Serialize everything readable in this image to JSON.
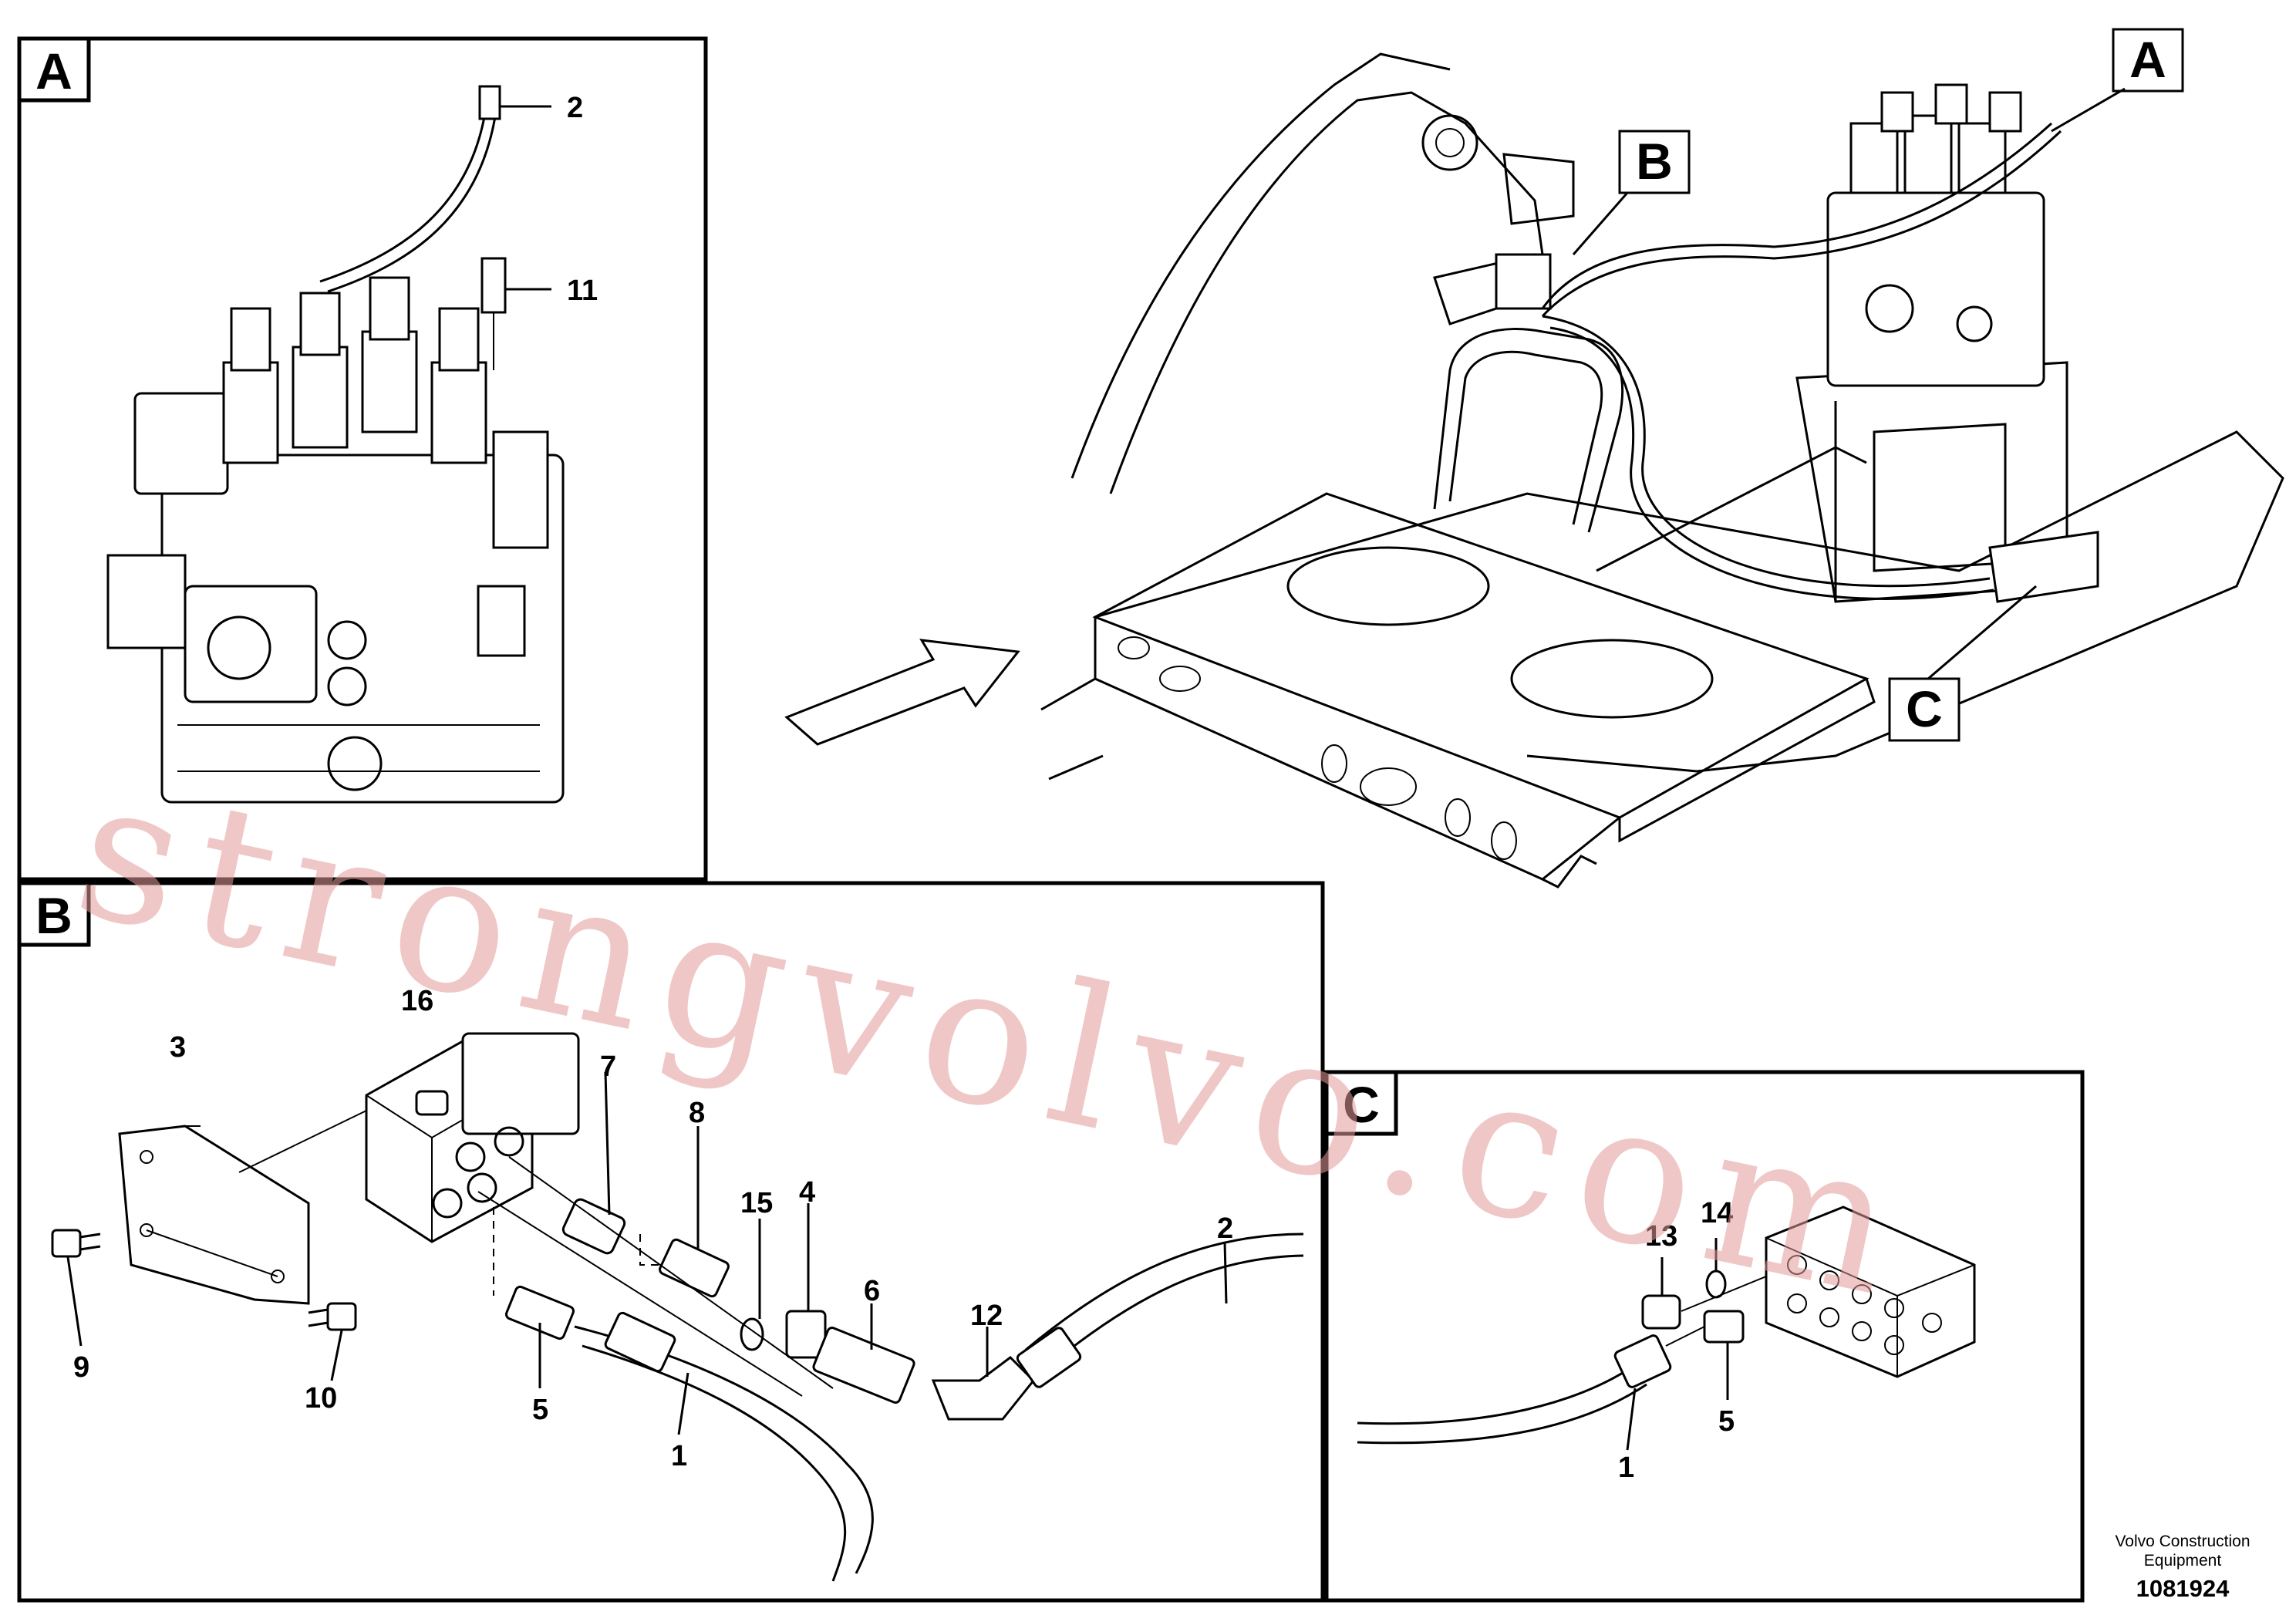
{
  "sections": {
    "A": {
      "label": "A"
    },
    "B": {
      "label": "B"
    },
    "C": {
      "label": "C"
    }
  },
  "overview": {
    "callouts": [
      "A",
      "B",
      "C"
    ]
  },
  "callouts": {
    "a_2": "2",
    "a_11": "11",
    "b_16": "16",
    "b_3": "3",
    "b_7": "7",
    "b_8": "8",
    "b_15": "15",
    "b_4": "4",
    "b_6": "6",
    "b_12": "12",
    "b_2": "2",
    "b_9": "9",
    "b_10": "10",
    "b_5": "5",
    "b_1": "1",
    "c_13": "13",
    "c_14": "14",
    "c_1": "1",
    "c_5": "5"
  },
  "footer": {
    "brand_line1": "Volvo Construction",
    "brand_line2": "Equipment",
    "doc_number": "1081924"
  },
  "watermark": "strongvolvo.com"
}
